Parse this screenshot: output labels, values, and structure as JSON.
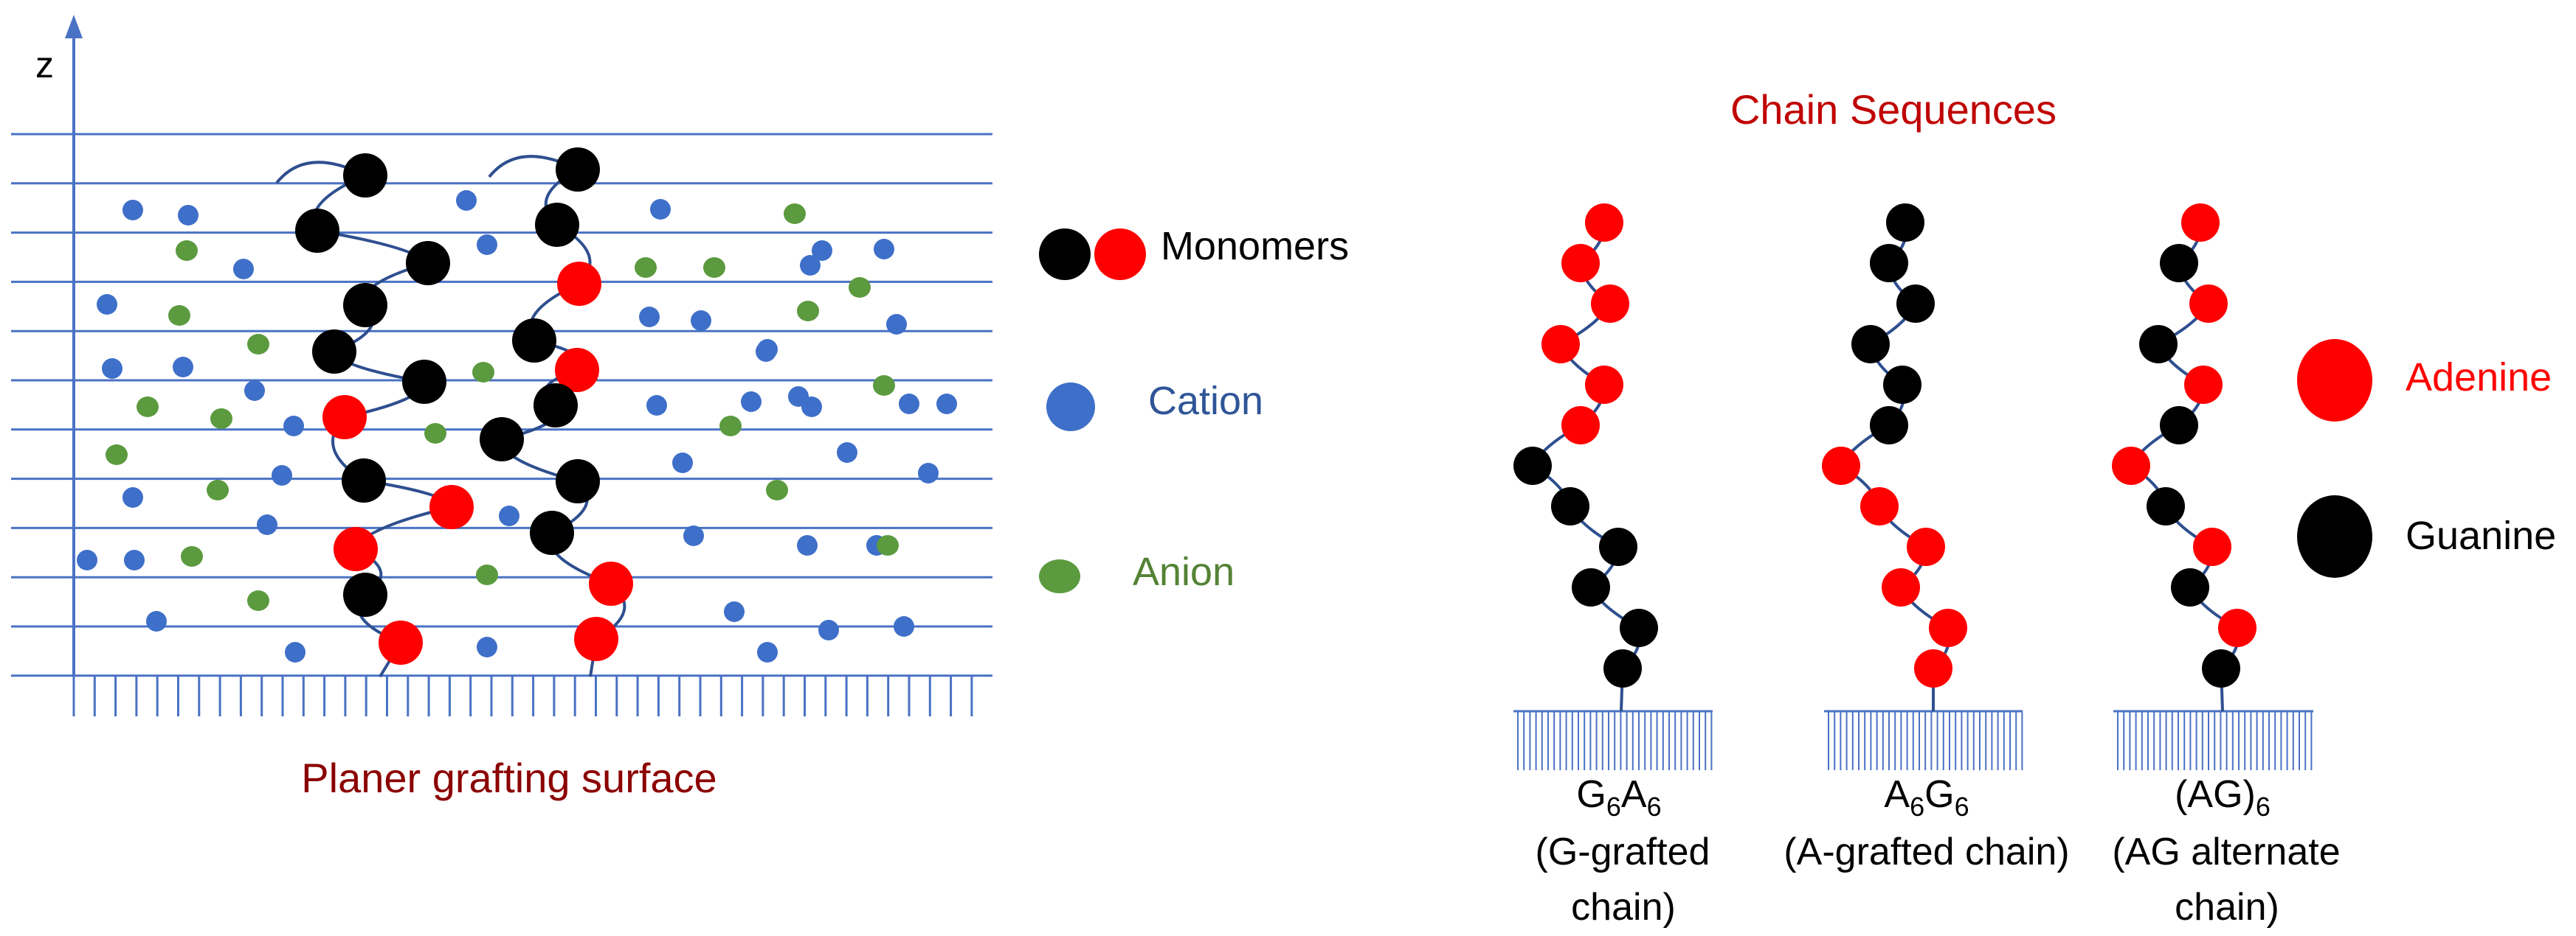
{
  "colors": {
    "grid": "#4a72c4",
    "chain": "#2e4f8f",
    "monomer_black": "#000000",
    "monomer_red": "#ff0000",
    "cation": "#3e6fc9",
    "anion": "#5b9a3f",
    "surface_label": "#8b0000",
    "sequence_title": "#c00000",
    "cation_label": "#2f5597",
    "anion_label": "#548235",
    "adenine_label": "#ff0000",
    "black_text": "#000000"
  },
  "left_panel": {
    "axis_label": "z",
    "surface_label": "Planer grafting surface",
    "legend": {
      "monomers": "Monomers",
      "cation": "Cation",
      "anion": "Anion"
    }
  },
  "right_panel": {
    "title": "Chain Sequences",
    "chains": [
      {
        "base1": "G",
        "sub1": "6",
        "base2": "A",
        "sub2": "6",
        "line2": "(G-grafted",
        "line3": "chain)",
        "sequence": [
          "red",
          "red",
          "red",
          "red",
          "red",
          "red",
          "black",
          "black",
          "black",
          "black",
          "black",
          "black"
        ]
      },
      {
        "base1": "A",
        "sub1": "6",
        "base2": "G",
        "sub2": "6",
        "line2": "(A-grafted chain)",
        "line3": "",
        "sequence": [
          "black",
          "black",
          "black",
          "black",
          "black",
          "black",
          "red",
          "red",
          "red",
          "red",
          "red",
          "red"
        ]
      },
      {
        "base1": "(AG)",
        "sub1": "6",
        "base2": "",
        "sub2": "",
        "line2": "(AG alternate",
        "line3": "chain)",
        "sequence": [
          "red",
          "black",
          "red",
          "black",
          "red",
          "black",
          "red",
          "black",
          "red",
          "black",
          "red",
          "black"
        ]
      }
    ],
    "legend": {
      "adenine": "Adenine",
      "guanine": "Guanine"
    }
  }
}
